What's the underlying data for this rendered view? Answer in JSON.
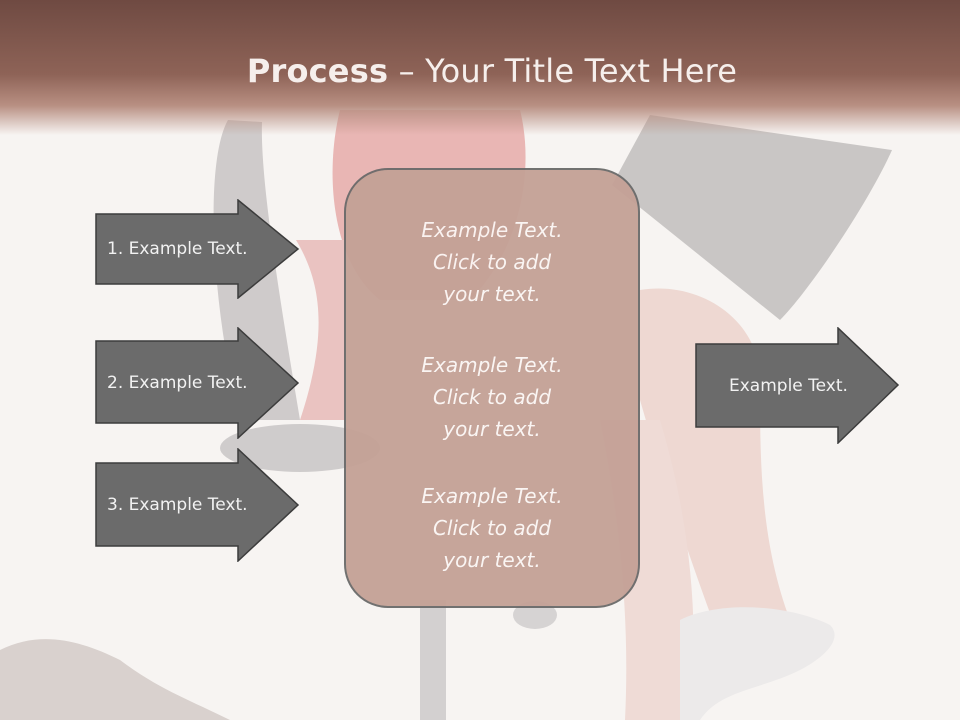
{
  "slide": {
    "title_bold": "Process",
    "title_dash": " – ",
    "title_rest": "Your Title Text Here"
  },
  "left_arrows": [
    {
      "label": "1. Example Text."
    },
    {
      "label": "2. Example Text."
    },
    {
      "label": "3. Example Text."
    }
  ],
  "center_box": {
    "paragraphs": [
      {
        "line1": "Example Text.",
        "line2": "Click  to add",
        "line3": "your text."
      },
      {
        "line1": "Example Text.",
        "line2": "Click  to add",
        "line3": "your text."
      },
      {
        "line1": "Example Text.",
        "line2": "Click  to add",
        "line3": "your text."
      }
    ]
  },
  "right_arrow": {
    "label": "Example Text."
  },
  "colors": {
    "header": "#8e6357",
    "box_fill": "#c4a196",
    "arrow_fill": "#6b6b6b",
    "arrow_border": "#3c3c3c"
  }
}
